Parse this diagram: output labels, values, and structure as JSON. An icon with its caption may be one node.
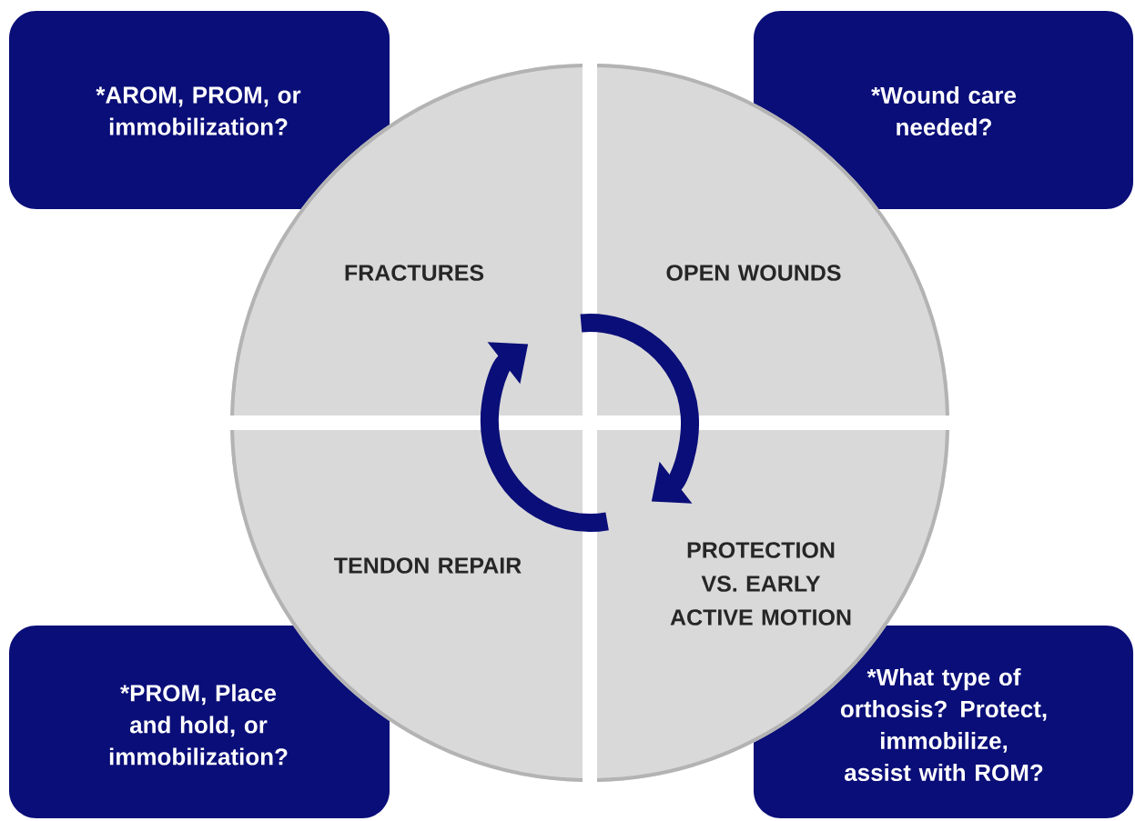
{
  "diagram": {
    "nodes": [
      {
        "text": [
          "*AROM, PROM, or immobilization?"
        ]
      },
      {
        "text": [
          "*Wound care needed?"
        ]
      },
      {
        "text": [
          "FRACTURES"
        ]
      },
      {
        "text": [
          "OPEN WOUNDS"
        ]
      },
      {
        "text": [
          "TENDON REPAIR"
        ]
      },
      {
        "text": [
          "PROTECTION VS. EARLY ACTIVE MOTION"
        ]
      },
      {
        "text": [
          "*PROM, Place and hold, or immobilization?"
        ]
      },
      {
        "text": [
          "*What type of orthosis? Protect, immobilize, assist with ROM?"
        ]
      }
    ]
  }
}
